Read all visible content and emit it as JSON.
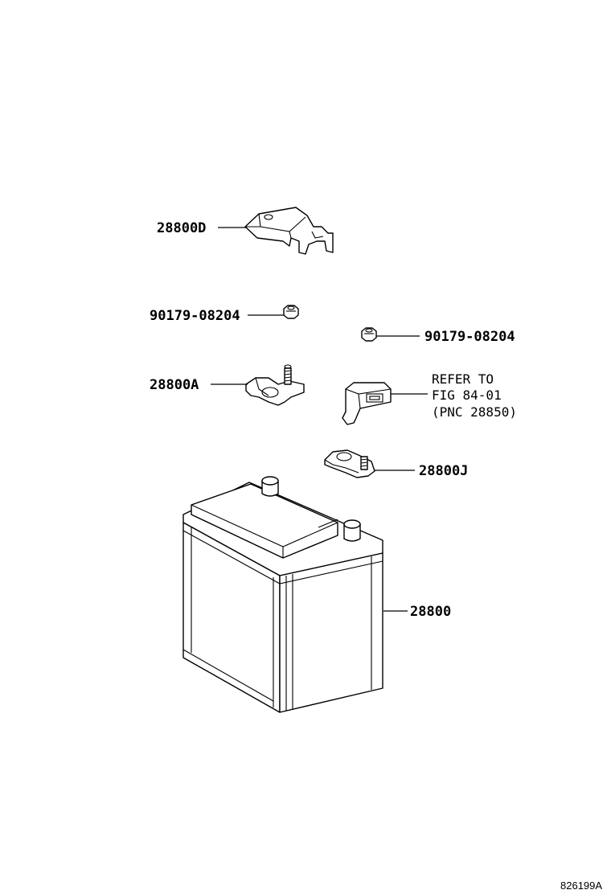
{
  "labels": {
    "bracket": "28800D",
    "nut_left": "90179-08204",
    "nut_right": "90179-08204",
    "terminal_positive": "28800A",
    "refer_line1": "REFER TO",
    "refer_line2": "FIG 84-01",
    "refer_line3": "(PNC 28850)",
    "terminal_negative": "28800J",
    "battery": "28800"
  },
  "figure_id": "826199A"
}
